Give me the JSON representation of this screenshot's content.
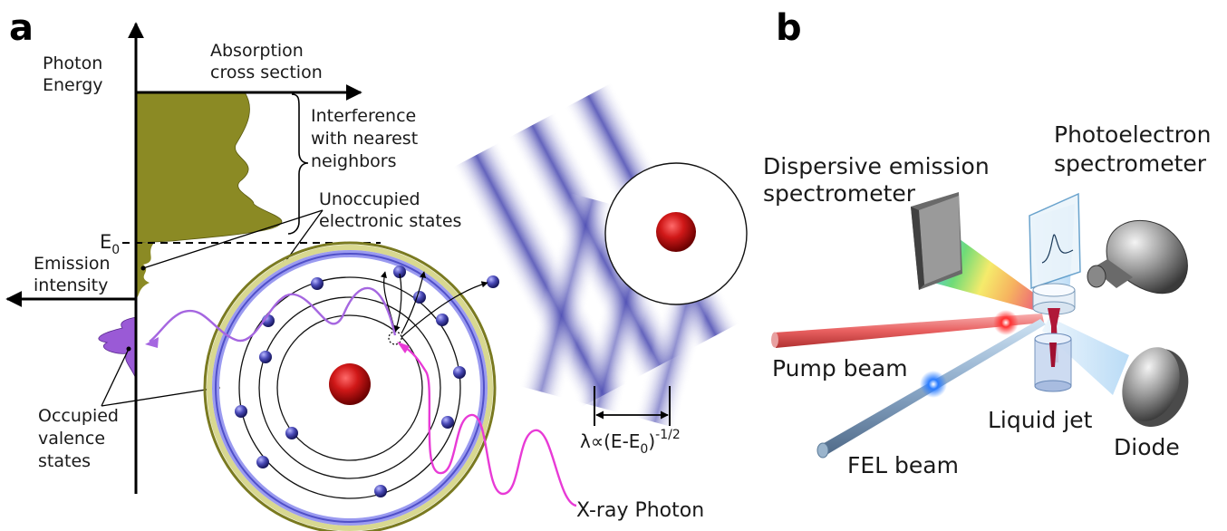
{
  "panel_a": {
    "letter": "a",
    "photon_energy": [
      "Photon",
      "Energy"
    ],
    "absorption": [
      "Absorption",
      "cross section"
    ],
    "interference": [
      "Interference",
      "with nearest",
      "neighbors"
    ],
    "unoccupied": [
      "Unoccupied",
      "electronic states"
    ],
    "e0_main": "E",
    "e0_sub": "0",
    "emission": [
      "Emission",
      "intensity"
    ],
    "occupied": [
      "Occupied",
      "valence",
      "states"
    ],
    "lambda_main": "λ∝(E-E",
    "lambda_sub": "0",
    "lambda_close": ")",
    "lambda_exp": "-1/2",
    "xray": "X-ray Photon"
  },
  "panel_b": {
    "letter": "b",
    "dispersive": [
      "Dispersive emission",
      "spectrometer"
    ],
    "photoelectron": [
      "Photoelectron",
      "spectrometer"
    ],
    "pump": "Pump beam",
    "fel": "FEL beam",
    "liquid_jet": "Liquid jet",
    "diode": "Diode"
  },
  "colors": {
    "absorption_fill": "#8b8a24",
    "emission_fill": "#9a5ad6",
    "xray_wave": "#e83ad6",
    "emission_wave": "#a566e0",
    "nucleus": "#c41414",
    "electron": "#3a3aa0"
  }
}
